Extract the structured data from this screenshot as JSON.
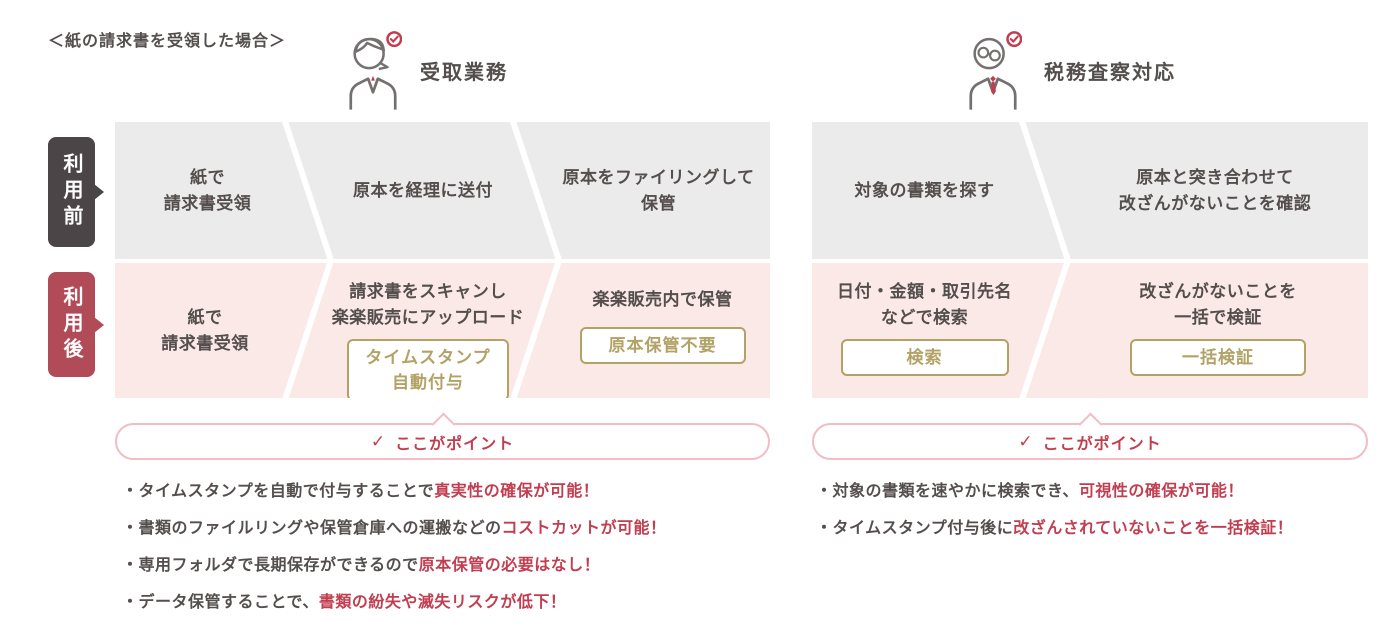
{
  "title": "＜紙の請求書を受領した場合＞",
  "row_tabs": {
    "before": "利用前",
    "after": "利用後"
  },
  "groups": {
    "receiving": {
      "heading": "受取業務",
      "icon": "receiver-person-icon",
      "before_steps": [
        {
          "lines": [
            "紙で",
            "請求書受領"
          ]
        },
        {
          "lines": [
            "原本を経理に送付"
          ]
        },
        {
          "lines": [
            "原本をファイリングして",
            "保管"
          ]
        }
      ],
      "after_steps": [
        {
          "lines": [
            "紙で",
            "請求書受領"
          ]
        },
        {
          "lines": [
            "請求書をスキャンし",
            "楽楽販売にアップロード"
          ],
          "badge_lines": [
            "タイムスタンプ",
            "自動付与"
          ]
        },
        {
          "lines": [
            "楽楽販売内で保管"
          ],
          "badge_lines": [
            "原本保管不要"
          ]
        }
      ],
      "point_ribbon": {
        "check": "✓",
        "label": "ここがポイント"
      },
      "bullets": [
        {
          "normal": "・タイムスタンプを自動で付与することで",
          "highlight": "真実性の確保が可能！"
        },
        {
          "normal": "・書類のファイルリングや保管倉庫への運搬などの",
          "highlight": "コストカットが可能！"
        },
        {
          "normal": "・専用フォルダで長期保存ができるので",
          "highlight": "原本保管の必要はなし！"
        },
        {
          "normal": "・データ保管することで、",
          "highlight": "書類の紛失や滅失リスクが低下！"
        }
      ]
    },
    "tax_audit": {
      "heading": "税務査察対応",
      "icon": "inspector-person-icon",
      "before_steps": [
        {
          "lines": [
            "対象の書類を探す"
          ]
        },
        {
          "lines": [
            "原本と突き合わせて",
            "改ざんがないことを確認"
          ]
        }
      ],
      "after_steps": [
        {
          "lines": [
            "日付・金額・取引先名",
            "などで検索"
          ],
          "badge_lines": [
            "検索"
          ]
        },
        {
          "lines": [
            "改ざんがないことを",
            "一括で検証"
          ],
          "badge_lines": [
            "一括検証"
          ]
        }
      ],
      "point_ribbon": {
        "check": "✓",
        "label": "ここがポイント"
      },
      "bullets": [
        {
          "normal": "・対象の書類を速やかに検索でき、",
          "highlight": "可視性の確保が可能！"
        },
        {
          "normal": "・タイムスタンプ付与後に",
          "highlight": "改ざんされていないことを一括検証！"
        }
      ]
    }
  },
  "colors": {
    "accent_red": "#c13e50",
    "tab_before_bg": "#4b4547",
    "tab_after_bg": "#b24b58",
    "box_before_bg": "#ecebeb",
    "box_after_bg": "#fae9e7",
    "badge_gold": "#b2a266",
    "text_dark": "#544e4d",
    "ribbon_border": "#f3bcc2",
    "icon_gray": "#757070"
  }
}
